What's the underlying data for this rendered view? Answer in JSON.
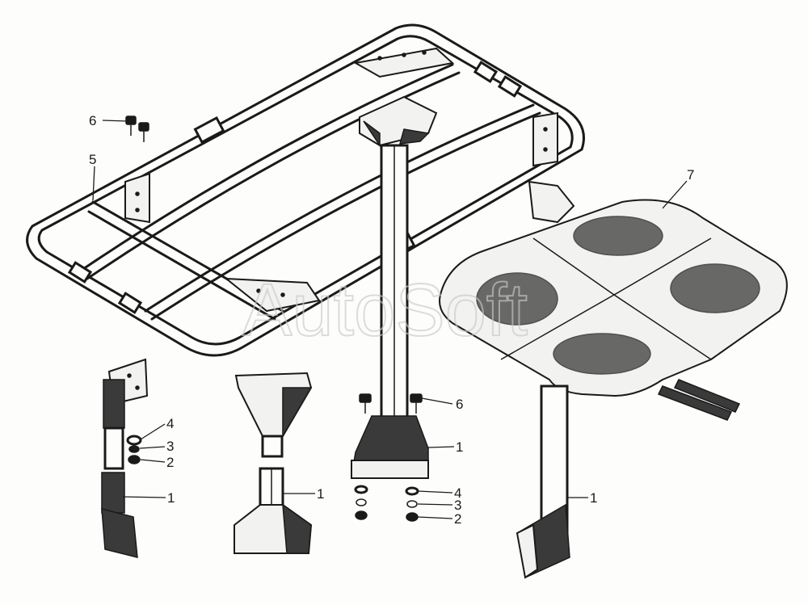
{
  "callouts": {
    "c6a": "6",
    "c5": "5",
    "c7": "7",
    "c4a": "4",
    "c3a": "3",
    "c2a": "2",
    "c1a": "1",
    "c1b": "1",
    "c6b": "6",
    "c1c": "1",
    "c4b": "4",
    "c3b": "3",
    "c2b": "2",
    "c1d": "1"
  },
  "watermark": "AutoSoft",
  "colors": {
    "ink": "#1a1a1a",
    "paper": "#fdfdfb"
  }
}
